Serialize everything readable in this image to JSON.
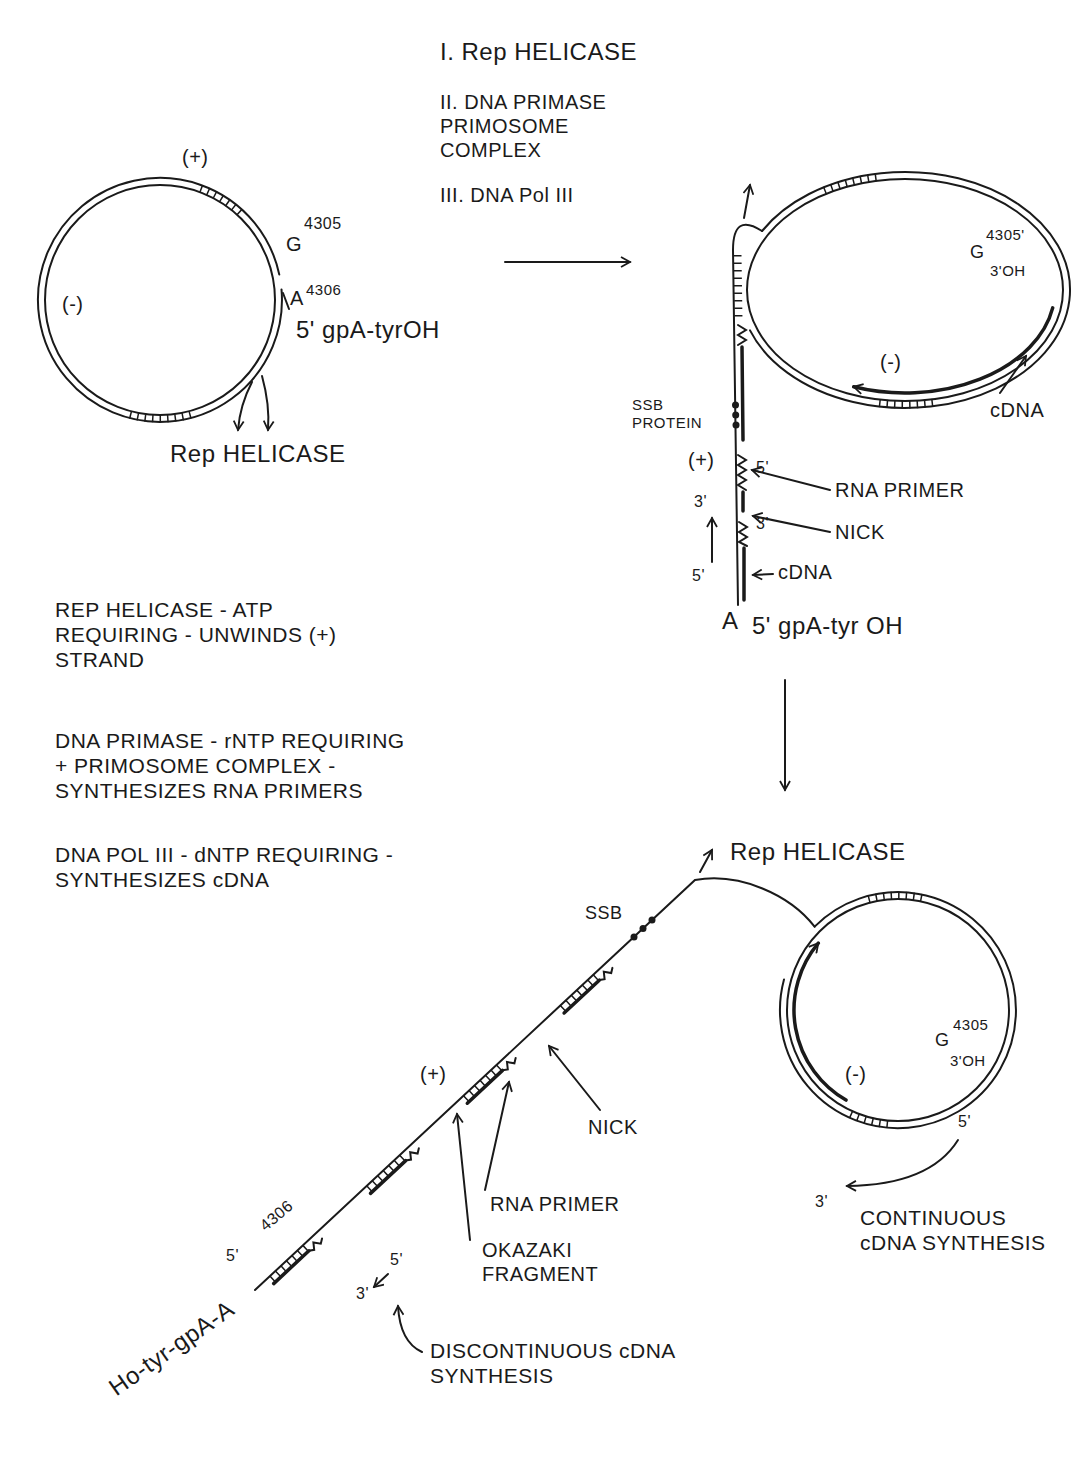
{
  "diagram": {
    "labels": [
      "I. Rep HELICASE",
      "II. DNA PRIMASE PRIMOSOME COMPLEX",
      "III. DNA Pol III",
      "(+)",
      "(-)",
      "G",
      "4305",
      "A",
      "4306",
      "5' gpA-tyrOH",
      "Rep HELICASE",
      "REP HELICASE - ATP REQUIRING - UNWINDS (+) STRAND",
      "DNA PRIMASE - rNTP REQUIRING + PRIMOSOME COMPLEX - SYNTHESIZES RNA PRIMERS",
      "DNA POL III - dNTP REQUIRING - SYNTHESIZES cDNA",
      "SSB PROTEIN",
      "G",
      "4305'",
      "3'OH",
      "(-)",
      "cDNA",
      "(+)",
      "5'",
      "RNA PRIMER",
      "3'",
      "3'",
      "NICK",
      "5'",
      "cDNA",
      "A",
      "5' gpA-tyr OH",
      "Rep HELICASE",
      "SSB",
      "G",
      "4305",
      "3'OH",
      "(-)",
      "5'",
      "3'",
      "CONTINUOUS cDNA SYNTHESIS",
      "(+)",
      "NICK",
      "RNA PRIMER",
      "OKAZAKI FRAGMENT",
      "5'",
      "4306",
      "Ho-tyr-gpA-A",
      "5'",
      "3'",
      "DISCONTINUOUS cDNA SYNTHESIS"
    ]
  }
}
